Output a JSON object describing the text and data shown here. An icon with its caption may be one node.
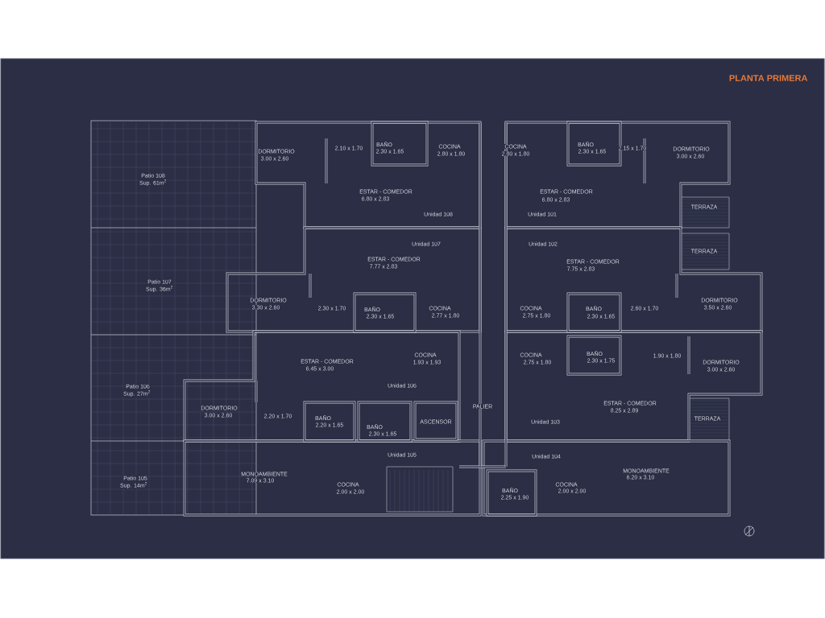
{
  "diagram": {
    "title": "PLANTA PRIMERA",
    "labels": [
      "Patio 108",
      "Sup. 61m$^{2}$",
      "DORMITORIO",
      "3.00 x 2.60",
      "2.10 x 1.70",
      "BAÑO",
      "2.30 x 1.65",
      "COCINA",
      "2.80 x 1.80",
      "COCINA",
      "2.80 x 1.80",
      "BAÑO",
      "2.30 x 1.65",
      "2.15 x 1.70",
      "DORMITORIO",
      "3.00 x 2.60",
      "ESTAR - COMEDOR",
      "6.80 x 2.83",
      "ESTAR - COMEDOR",
      "6.80 x 2.83",
      "Unidad 108",
      "Unidad 101",
      "TERRAZA",
      "Unidad 107",
      "Unidad 102",
      "TERRAZA",
      "ESTAR - COMEDOR",
      "7.77 x 2.83",
      "ESTAR - COMEDOR",
      "7.75 x 2.83",
      "Patio 107",
      "Sup. 36m$^{2}$",
      "DORMITORIO",
      "3.30 x 2.60",
      "2.30 x 1.70",
      "BAÑO",
      "2.30 x 1.65",
      "COCINA",
      "2.77 x 1.80",
      "COCINA",
      "2.75 x 1.80",
      "BAÑO",
      "2.30 x 1.65",
      "2.60 x 1.70",
      "DORMITORIO",
      "3.50 x 2.60",
      "ESTAR - COMEDOR",
      "6.45 x 3.00",
      "COCINA",
      "1.93 x 1.93",
      "COCINA",
      "2.75 x 1.80",
      "BAÑO",
      "2.30 x 1.75",
      "1.90 x 1.80",
      "DORMITORIO",
      "3.00 x 2.60",
      "Patio 106",
      "Sup. 27m$^{2}$",
      "Unidad 106",
      "DORMITORIO",
      "3.00 x 2.60",
      "2.20 x 1.70",
      "BAÑO",
      "2.20 x 1.65",
      "BAÑO",
      "2.30 x 1.65",
      "ASCENSOR",
      "PALIER",
      "ESTAR - COMEDOR",
      "8.25 x 2.89",
      "Unidad 103",
      "TERRAZA",
      "Unidad 105",
      "Unidad 104",
      "Patio 105",
      "Sup. 14m$^{2}$",
      "MONOAMBIENTE",
      "7.09 x 3.10",
      "COCINA",
      "2.00 x 2.00",
      "MONOAMBIENTE",
      "6.20 x 3.10",
      "BAÑO",
      "2.25 x 1.90",
      "COCINA",
      "2.00 x 2.00"
    ]
  }
}
